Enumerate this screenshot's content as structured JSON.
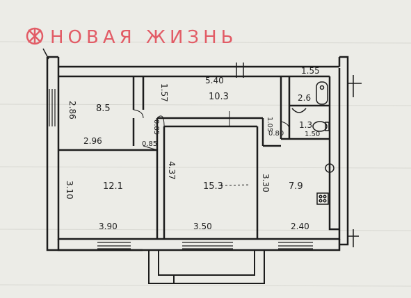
{
  "brand": {
    "name": "НОВАЯ ЖИЗНЬ",
    "color": "#e25c66"
  },
  "plan": {
    "rooms": [
      {
        "id": "room-top-left",
        "area": "8.5"
      },
      {
        "id": "corridor",
        "area": "10.3"
      },
      {
        "id": "bathroom",
        "area": "2.6"
      },
      {
        "id": "wc",
        "area": "1.3"
      },
      {
        "id": "room-bottom-left",
        "area": "12.1"
      },
      {
        "id": "room-center",
        "area": "15.3"
      },
      {
        "id": "kitchen",
        "area": "7.9"
      }
    ],
    "dimensions": {
      "d_540": "5.40",
      "d_155": "1.55",
      "d_286": "2.86",
      "d_157": "1.57",
      "d_296": "2.96",
      "d_085a": "0.85",
      "d_105": "1.05",
      "d_080": "0.80",
      "d_150": "1.50",
      "d_085b": "0.85",
      "d_310": "3.10",
      "d_437": "4.37",
      "d_330": "3.30",
      "d_390": "3.90",
      "d_350": "3.50",
      "d_240": "2.40"
    }
  }
}
